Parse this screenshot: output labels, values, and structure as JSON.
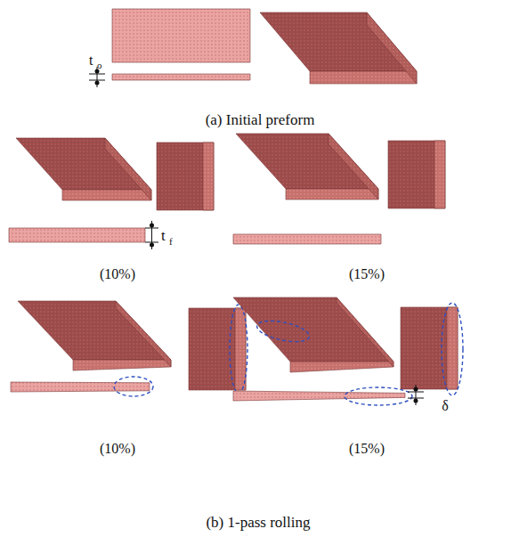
{
  "diagram": {
    "labels": [
      "(a)  Initial preform",
      "t",
      "o",
      "t",
      "f",
      "(10%)",
      "(15%)",
      "δ",
      "(10%)",
      "(15%)",
      "(b) 1-pass rolling"
    ]
  }
}
